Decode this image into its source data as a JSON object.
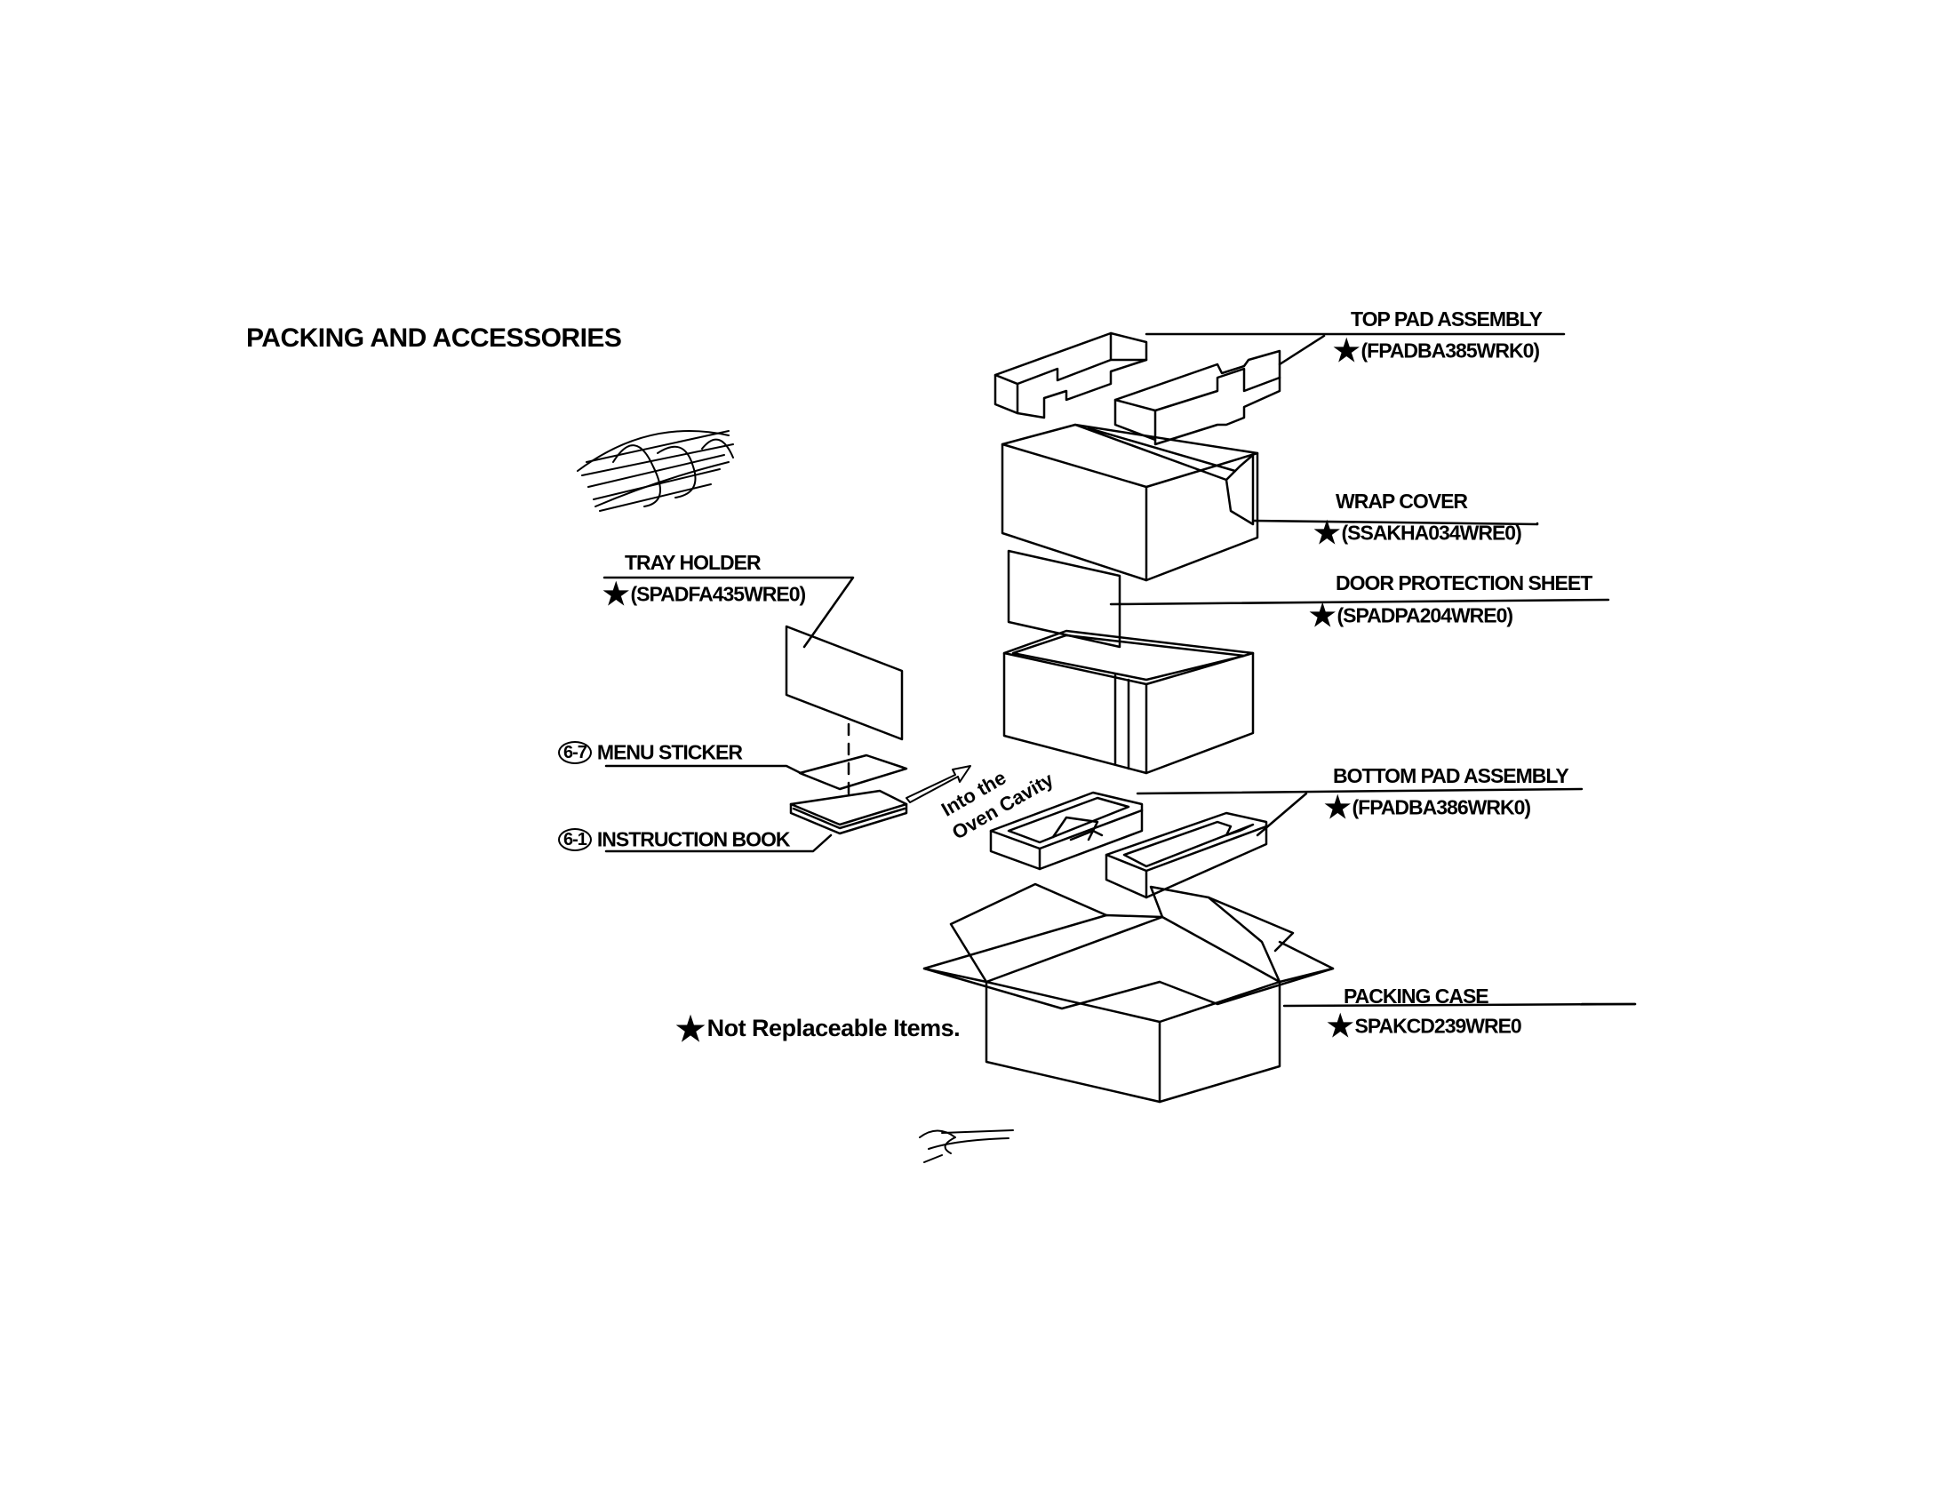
{
  "title": "PACKING AND ACCESSORIES",
  "parts": {
    "top_pad": {
      "name": "TOP PAD ASSEMBLY",
      "code": "(FPADBA385WRK0)"
    },
    "wrap_cover": {
      "name": "WRAP COVER",
      "code": "(SSAKHA034WRE0)"
    },
    "door_sheet": {
      "name": "DOOR PROTECTION SHEET",
      "code": "(SPADPA204WRE0)"
    },
    "tray_holder": {
      "name": "TRAY HOLDER",
      "code": "(SPADFA435WRE0)"
    },
    "menu_sticker": {
      "ref": "6-7",
      "name": "MENU STICKER"
    },
    "instruction_book": {
      "ref": "6-1",
      "name": "INSTRUCTION BOOK"
    },
    "bottom_pad": {
      "name": "BOTTOM PAD ASSEMBLY",
      "code": "(FPADBA386WRK0)"
    },
    "packing_case": {
      "name": "PACKING CASE",
      "code": "SPAKCD239WRE0"
    }
  },
  "arrow_text": {
    "line1": "Into the",
    "line2": "Oven Cavity"
  },
  "note": "Not Replaceable Items.",
  "star_glyph": "★",
  "line_color": "#000000"
}
